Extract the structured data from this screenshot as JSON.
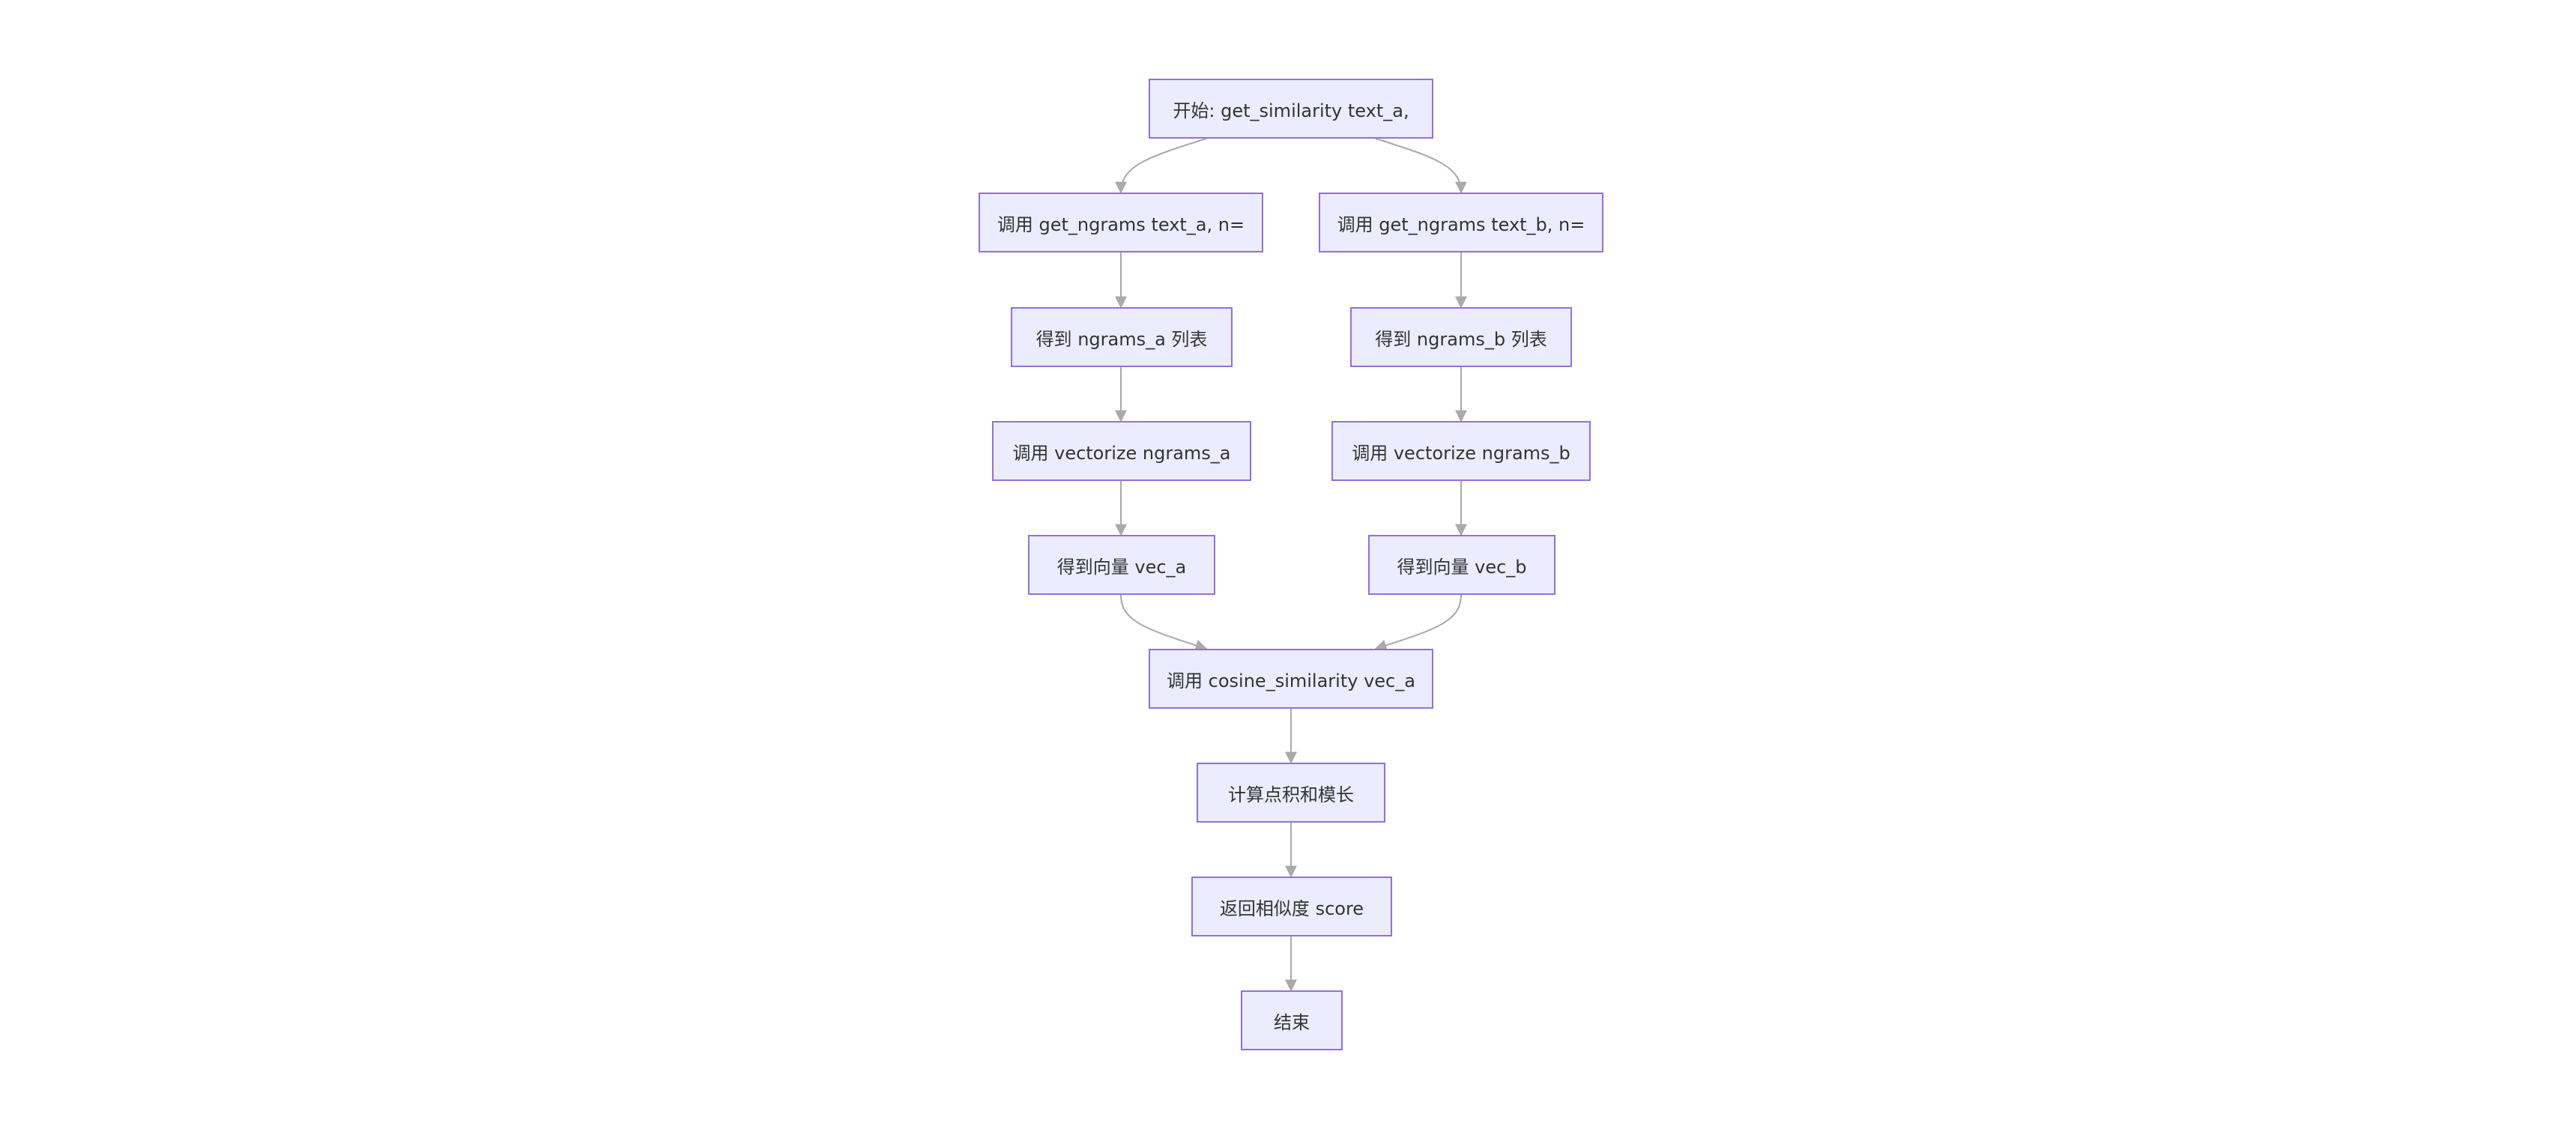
{
  "diagram": {
    "type": "flowchart",
    "colors": {
      "node_fill": "#ECECFF",
      "node_border": "#9370DB",
      "edge": "#AAAAAA",
      "text": "#333333"
    },
    "nodes": [
      {
        "id": "start",
        "label": "开始: get_similarity text_a,"
      },
      {
        "id": "ngrams_call_a",
        "label": "调用 get_ngrams text_a, n="
      },
      {
        "id": "ngrams_call_b",
        "label": "调用 get_ngrams text_b, n="
      },
      {
        "id": "ngrams_a",
        "label": "得到 ngrams_a 列表"
      },
      {
        "id": "ngrams_b",
        "label": "得到 ngrams_b 列表"
      },
      {
        "id": "vectorize_a",
        "label": "调用 vectorize ngrams_a"
      },
      {
        "id": "vectorize_b",
        "label": "调用 vectorize ngrams_b"
      },
      {
        "id": "vec_a",
        "label": "得到向量 vec_a"
      },
      {
        "id": "vec_b",
        "label": "得到向量 vec_b"
      },
      {
        "id": "cosine",
        "label": "调用 cosine_similarity vec_a"
      },
      {
        "id": "compute",
        "label": "计算点积和模长"
      },
      {
        "id": "return",
        "label": "返回相似度 score"
      },
      {
        "id": "end",
        "label": "结束"
      }
    ],
    "edges": [
      {
        "from": "start",
        "to": "ngrams_call_a"
      },
      {
        "from": "start",
        "to": "ngrams_call_b"
      },
      {
        "from": "ngrams_call_a",
        "to": "ngrams_a"
      },
      {
        "from": "ngrams_call_b",
        "to": "ngrams_b"
      },
      {
        "from": "ngrams_a",
        "to": "vectorize_a"
      },
      {
        "from": "ngrams_b",
        "to": "vectorize_b"
      },
      {
        "from": "vectorize_a",
        "to": "vec_a"
      },
      {
        "from": "vectorize_b",
        "to": "vec_b"
      },
      {
        "from": "vec_a",
        "to": "cosine"
      },
      {
        "from": "vec_b",
        "to": "cosine"
      },
      {
        "from": "cosine",
        "to": "compute"
      },
      {
        "from": "compute",
        "to": "return"
      },
      {
        "from": "return",
        "to": "end"
      }
    ]
  }
}
